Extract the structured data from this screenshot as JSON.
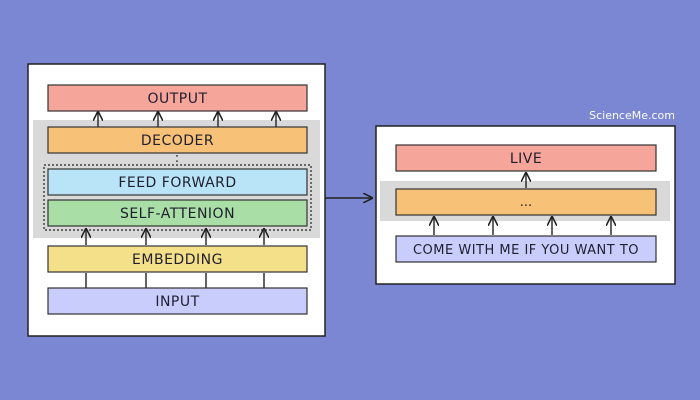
{
  "left_panel": {
    "output": "OUTPUT",
    "decoder": "DECODER",
    "ellipsis": ":",
    "feed_forward": "FEED FORWARD",
    "self_attention": "SELF-ATTENION",
    "embedding": "EMBEDDING",
    "input": "INPUT"
  },
  "right_panel": {
    "watermark": "ScienceMe.com",
    "output": "LIVE",
    "hidden": "...",
    "input": "COME WITH ME IF YOU WANT TO"
  },
  "colors": {
    "background": "#7b87d3",
    "output": "#f6a59b",
    "decoder": "#f8c178",
    "feed_forward": "#b9e3f6",
    "self_attention": "#a9dfa7",
    "embedding": "#f5e08a",
    "input": "#c9cdfb",
    "gray_band": "#d9d9d9"
  }
}
